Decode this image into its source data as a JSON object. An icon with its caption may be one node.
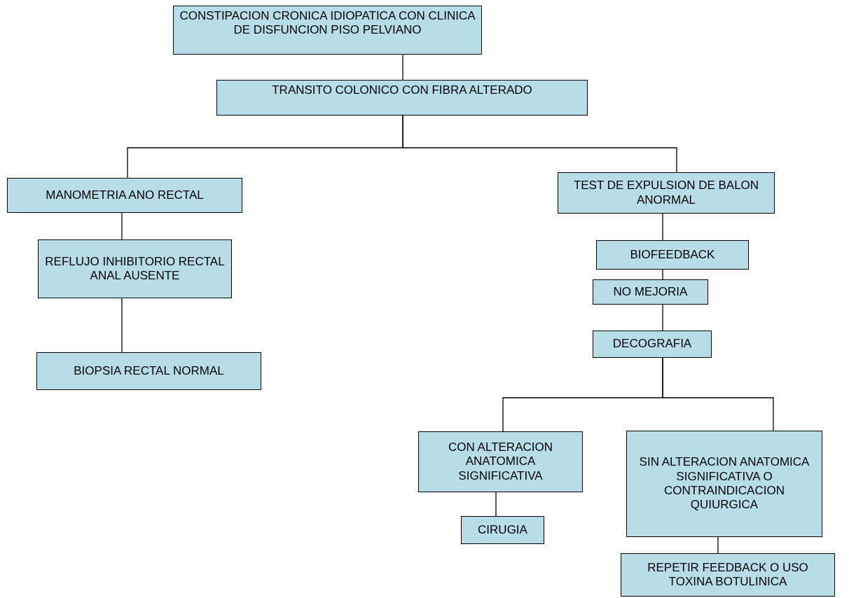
{
  "diagram": {
    "nodes": [
      {
        "text": [
          "CONSTIPACION CRONICA IDIOPATICA CON CLINICA DE DISFUNCION PISO PELVIANO"
        ]
      },
      {
        "text": [
          "TRANSITO COLONICO CON FIBRA ALTERADO"
        ]
      },
      {
        "text": [
          "MANOMETRIA ANO RECTAL"
        ]
      },
      {
        "text": [
          "TEST DE EXPULSION DE BALON ANORMAL"
        ]
      },
      {
        "text": [
          "REFLUJO INHIBITORIO RECTAL ANAL AUSENTE"
        ]
      },
      {
        "text": [
          "BIOFEEDBACK"
        ]
      },
      {
        "text": [
          "NO MEJORIA"
        ]
      },
      {
        "text": [
          "BIOPSIA RECTAL NORMAL"
        ]
      },
      {
        "text": [
          "DECOGRAFIA"
        ]
      },
      {
        "text": [
          "CON ALTERACION ANATOMICA SIGNIFICATIVA"
        ]
      },
      {
        "text": [
          "SIN ALTERACION ANATOMICA SIGNIFICATIVA O CONTRAINDICACION QUIURGICA"
        ]
      },
      {
        "text": [
          "CIRUGIA"
        ]
      },
      {
        "text": [
          "REPETIR FEEDBACK O USO TOXINA BOTULINICA"
        ]
      }
    ],
    "edges": [
      {
        "from": 0,
        "to": 1,
        "arrow": "none"
      },
      {
        "from": 1,
        "to": 2,
        "arrow": "none"
      },
      {
        "from": 1,
        "to": 3,
        "arrow": "none"
      },
      {
        "from": 2,
        "to": 4,
        "arrow": "none"
      },
      {
        "from": 4,
        "to": 7,
        "arrow": "none"
      },
      {
        "from": 3,
        "to": 5,
        "arrow": "none"
      },
      {
        "from": 5,
        "to": 6,
        "arrow": "none"
      },
      {
        "from": 6,
        "to": 8,
        "arrow": "none"
      },
      {
        "from": 8,
        "to": 9,
        "arrow": "none"
      },
      {
        "from": 8,
        "to": 10,
        "arrow": "none"
      },
      {
        "from": 9,
        "to": 11,
        "arrow": "none"
      },
      {
        "from": 10,
        "to": 12,
        "arrow": "none"
      }
    ]
  }
}
